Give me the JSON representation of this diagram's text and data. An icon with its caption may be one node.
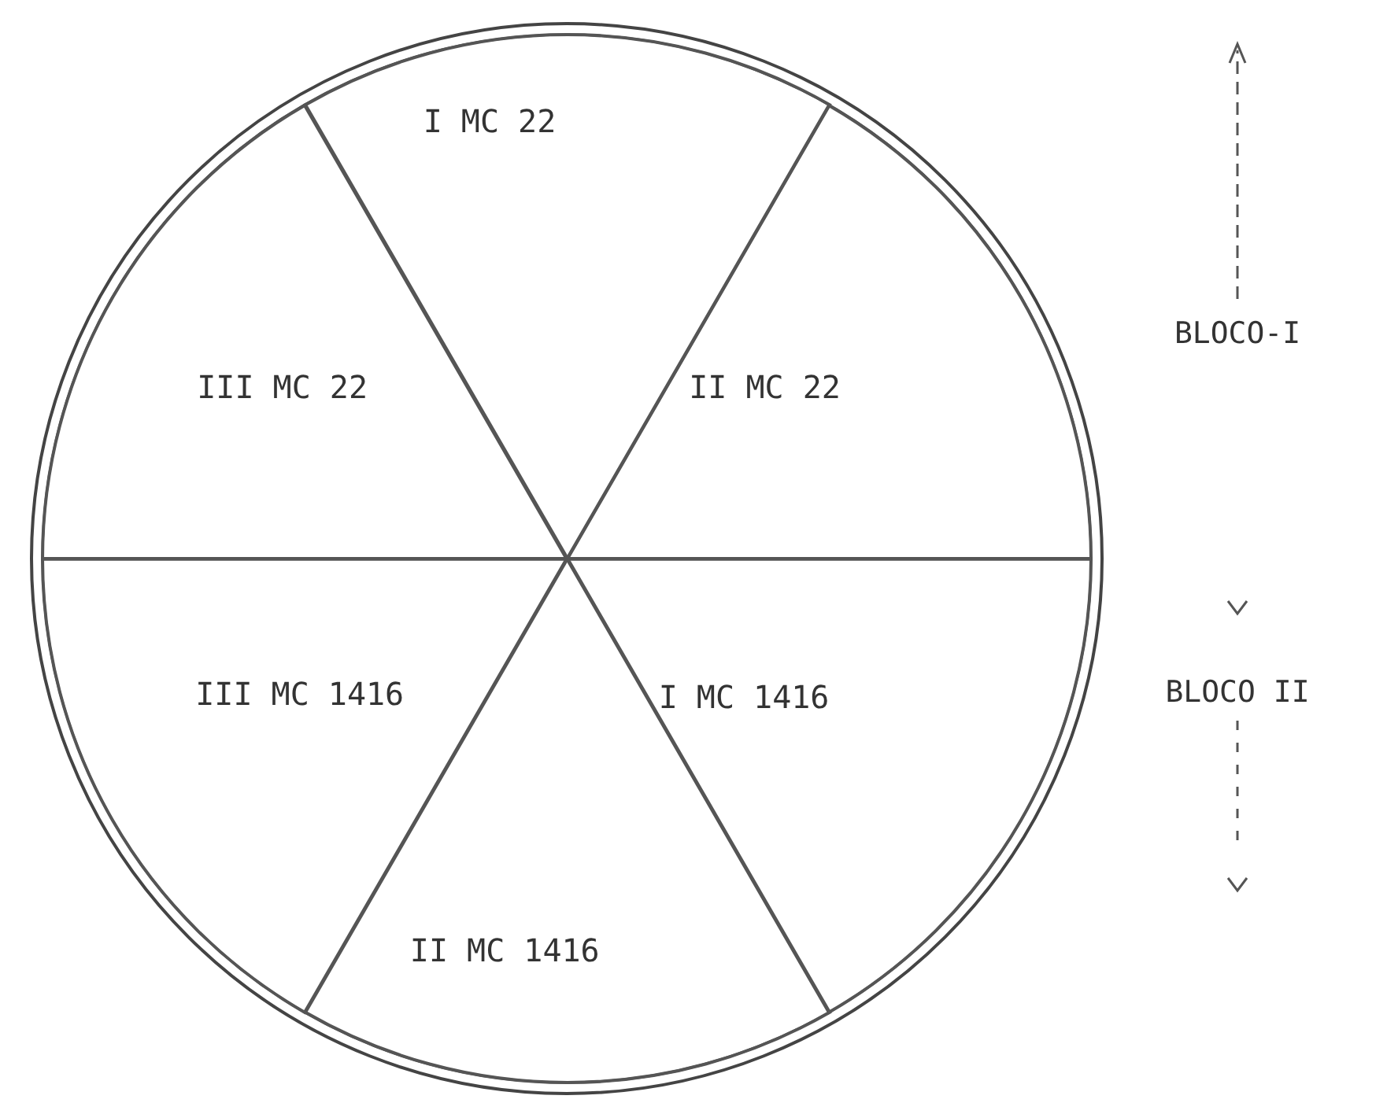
{
  "diagram": {
    "nodes": [
      {
        "text": [],
        "shape": "circle"
      },
      {
        "text": [
          "I MC 22"
        ],
        "in": 0
      },
      {
        "text": [
          "III MC 22"
        ],
        "in": 0
      },
      {
        "text": [
          "II MC 22"
        ],
        "in": 0
      },
      {
        "text": [
          "III MC 1416"
        ],
        "in": 0
      },
      {
        "text": [
          "I MC 1416"
        ],
        "in": 0
      },
      {
        "text": [
          "II MC 1416"
        ],
        "in": 0
      }
    ],
    "edges": [],
    "labels": [
      "BLOCO-I",
      "BLOCO II"
    ]
  }
}
